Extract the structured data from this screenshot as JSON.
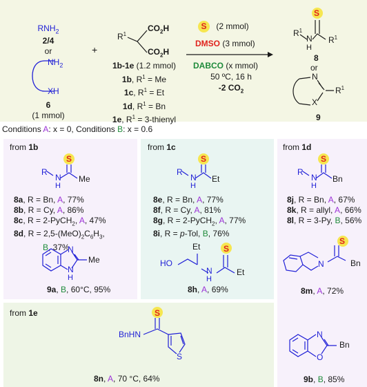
{
  "header": {
    "amine": {
      "formula": "RNH",
      "sub": "2",
      "ids": "2/4",
      "or": "or",
      "label": "6",
      "amount": "(1 mmol)",
      "nh2": "NH",
      "nh2_sub": "2",
      "xh": "XH"
    },
    "acid": {
      "r1": "R",
      "r1_sup": "1",
      "co2h_top": "CO",
      "co2h_bot": "CO",
      "h": "H",
      "two": "2",
      "line1": "1b-1e",
      "line1_rest": " (1.2 mmol)",
      "line2": "1b",
      "line2_rest": ", R",
      "line2_val": " = Me",
      "line3": "1c",
      "line3_val": " = Et",
      "line4": "1d",
      "line4_val": " = Bn",
      "line5": "1e",
      "line5_val": " = 3-thienyl",
      "plus": "+"
    },
    "reagents": {
      "s_label": "S",
      "s_amt": "(2 mmol)",
      "dmso": "DMSO",
      "dmso_amt": " (3 mmol)",
      "dabco": "DABCO",
      "dabco_amt": " (x mmol)",
      "temp": "50 ºC, 16 h",
      "co2": "-2 CO",
      "co2_sub": "2"
    },
    "products": {
      "label8": "8",
      "or": "or",
      "label9": "9"
    },
    "conditions": {
      "prefix": "Conditions ",
      "a": "A",
      "a_rest": ": x = 0, Conditions ",
      "b": "B",
      "b_rest": ": x = 0.6"
    }
  },
  "panels": {
    "p1b": {
      "title_prefix": "from ",
      "title_id": "1b",
      "struct_r": "R",
      "struct_me": "Me",
      "rows": [
        {
          "id": "8a",
          "text": ", R = Bn, ",
          "cond": "A",
          "yield": ", 77%"
        },
        {
          "id": "8b",
          "text": ", R = Cy, ",
          "cond": "A",
          "yield": ", 86%"
        },
        {
          "id": "8c",
          "text": ", R = 2-PyCH",
          "cond": "A",
          "yield": ", 47%"
        },
        {
          "id": "8d",
          "text": ", R = 2,5-(MeO)",
          "cond": "B",
          "yield": ", 37%"
        }
      ],
      "compound9": {
        "me": "Me",
        "caption_id": "9a",
        "cond": "B",
        "rest": ", 60°C, 95%"
      }
    },
    "p1c": {
      "title_prefix": "from ",
      "title_id": "1c",
      "struct_r": "R",
      "struct_et": "Et",
      "rows": [
        {
          "id": "8e",
          "text": ", R = Bn, ",
          "cond": "A",
          "yield": ", 77%"
        },
        {
          "id": "8f",
          "text": ", R = Cy, ",
          "cond": "A",
          "yield": ", 81%"
        },
        {
          "id": "8g",
          "text": ", R = 2-PyCH",
          "cond": "A",
          "yield": ", 77%"
        },
        {
          "id": "8i",
          "text": ", R = ",
          "cond": "B",
          "yield": ", 76%"
        }
      ],
      "compound8h": {
        "ho": "HO",
        "et_top": "Et",
        "et_right": "Et",
        "caption_id": "8h",
        "cond": "A",
        "rest": ", 69%"
      }
    },
    "p1d": {
      "title_prefix": "from ",
      "title_id": "1d",
      "struct_r": "R",
      "struct_bn": "Bn",
      "rows": [
        {
          "id": "8j",
          "text": ", R = Bn, ",
          "cond": "A",
          "yield": ", 67%"
        },
        {
          "id": "8k",
          "text": ", R = allyl, ",
          "cond": "A",
          "yield": ", 66%"
        },
        {
          "id": "8l",
          "text": ", R = 3-Py, ",
          "cond": "B",
          "yield": ", 56%"
        }
      ],
      "compound8m": {
        "bn": "Bn",
        "caption_id": "8m",
        "cond": "A",
        "rest": ", 72%"
      },
      "compound9b": {
        "bn": "Bn",
        "caption_id": "9b",
        "cond": "B",
        "rest": ", 85%"
      }
    },
    "p1e": {
      "title_prefix": "from ",
      "title_id": "1e",
      "bnhn": "BnHN",
      "caption_id": "8n",
      "cond": "A",
      "rest": ", 70 °C, 64%"
    }
  },
  "atoms": {
    "S": "S",
    "H": "H",
    "N": "N",
    "O": "O"
  }
}
